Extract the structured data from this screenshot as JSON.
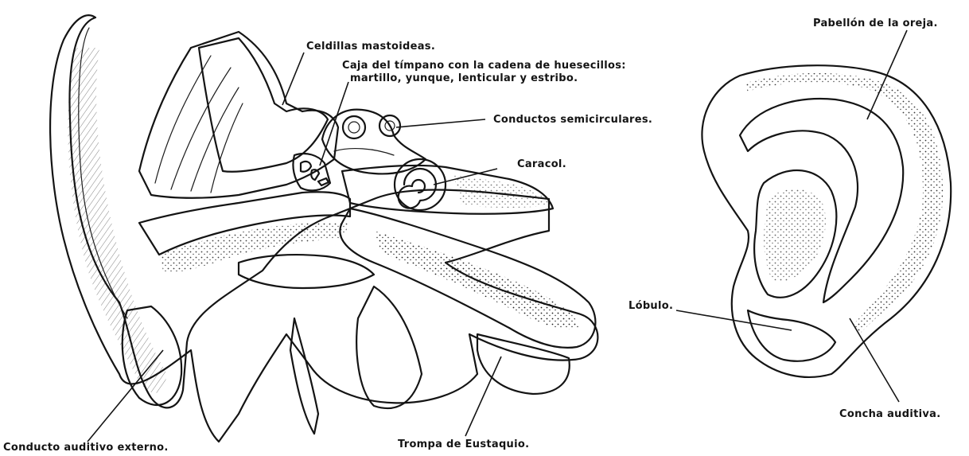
{
  "labels": {
    "celdillas": "Celdillas   mastoideas.",
    "caja_line1": "Caja del tímpano con la cadena de huesecillos:",
    "caja_line2": "martillo, yunque, lenticular y estribo.",
    "semicirculares": "Conductos semicirculares.",
    "caracol": "Caracol.",
    "conducto_auditivo": "Conducto auditivo externo.",
    "trompa": "Trompa de Eustaquio.",
    "pabellon": "Pabellón de la oreja.",
    "lobulo": "Lóbulo.",
    "concha": "Concha auditiva."
  },
  "colors": {
    "ink": "#141414",
    "background": "#ffffff"
  }
}
